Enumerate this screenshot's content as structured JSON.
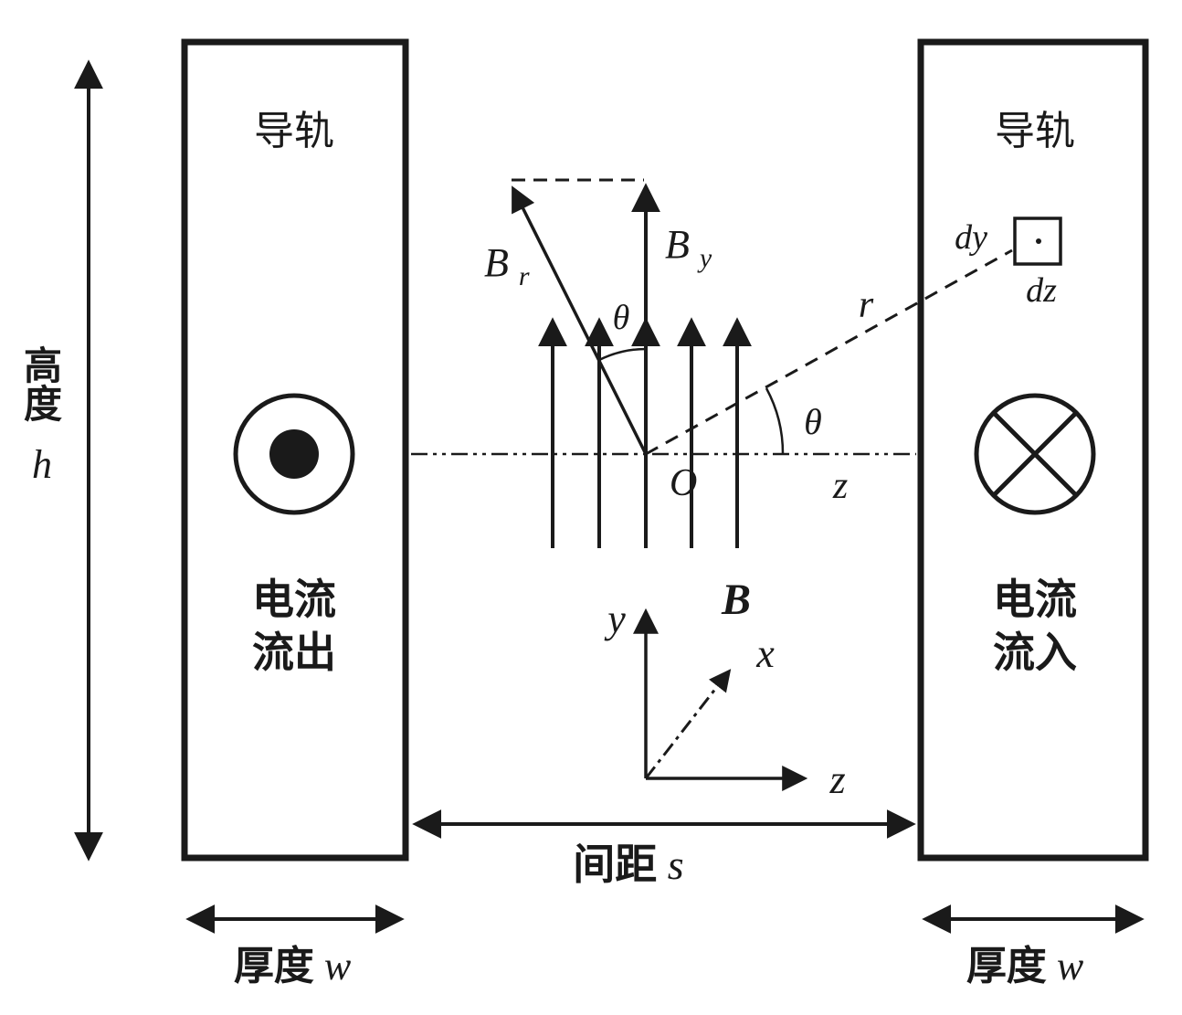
{
  "diagram": {
    "left_rail": {
      "title": "导轨",
      "current_line1": "电流",
      "current_line2": "流出"
    },
    "right_rail": {
      "title": "导轨",
      "current_line1": "电流",
      "current_line2": "流入"
    },
    "dimensions": {
      "height_cn": "高度",
      "height_var": "h",
      "thickness_cn": "厚度",
      "thickness_var": "w",
      "spacing_cn": "间距",
      "spacing_var": "s"
    },
    "field": {
      "B": "B",
      "B_r_base": "B",
      "B_r_sub": "r",
      "B_y_base": "B",
      "B_y_sub": "y",
      "theta_top": "θ",
      "theta_right": "θ",
      "r": "r",
      "origin": "O",
      "z_axis": "z",
      "dy": "dy",
      "dz": "dz"
    },
    "coord_system": {
      "x": "x",
      "y": "y",
      "z": "z"
    },
    "colors": {
      "line": "#1a1a1a",
      "background": "#ffffff"
    }
  }
}
